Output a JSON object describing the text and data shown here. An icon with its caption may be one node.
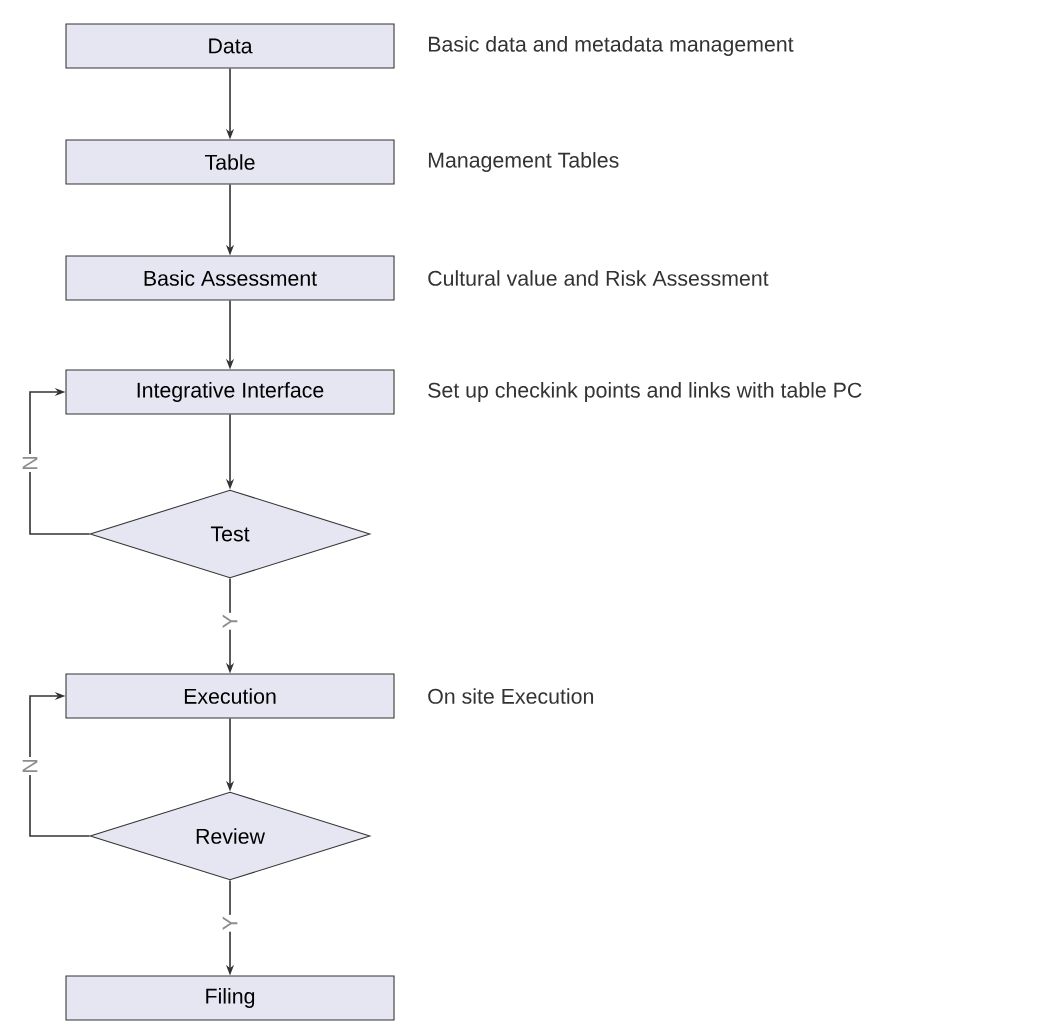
{
  "diagram": {
    "nodes": [
      {
        "text": [
          "Data"
        ],
        "beside": [
          "Basic data and metadata management"
        ]
      },
      {
        "text": [
          "Table"
        ],
        "beside": [
          "Management Tables"
        ]
      },
      {
        "text": [
          "Basic Assessment"
        ],
        "beside": [
          "Cultural value and Risk Assessment"
        ]
      },
      {
        "text": [
          "Integrative Interface"
        ],
        "beside": [
          "Set up checkink points and links with table PC"
        ]
      },
      {
        "text": [
          "Test"
        ]
      },
      {
        "text": [
          "Execution"
        ],
        "beside": [
          "On site Execution"
        ]
      },
      {
        "text": [
          "Review"
        ]
      },
      {
        "text": [
          "Filing"
        ]
      }
    ],
    "edges": [
      {
        "from": 0,
        "to": 1,
        "arrow": "to"
      },
      {
        "from": 1,
        "to": 2,
        "arrow": "to"
      },
      {
        "from": 2,
        "to": 3,
        "arrow": "to"
      },
      {
        "from": 3,
        "to": 4,
        "arrow": "to"
      },
      {
        "from": 4,
        "to": 3,
        "arrow": "to",
        "label": "N"
      },
      {
        "from": 4,
        "to": 5,
        "arrow": "to",
        "label": "Y"
      },
      {
        "from": 5,
        "to": 6,
        "arrow": "to"
      },
      {
        "from": 6,
        "to": 5,
        "arrow": "to",
        "label": "N"
      },
      {
        "from": 6,
        "to": 7,
        "arrow": "to",
        "label": "Y"
      }
    ]
  }
}
